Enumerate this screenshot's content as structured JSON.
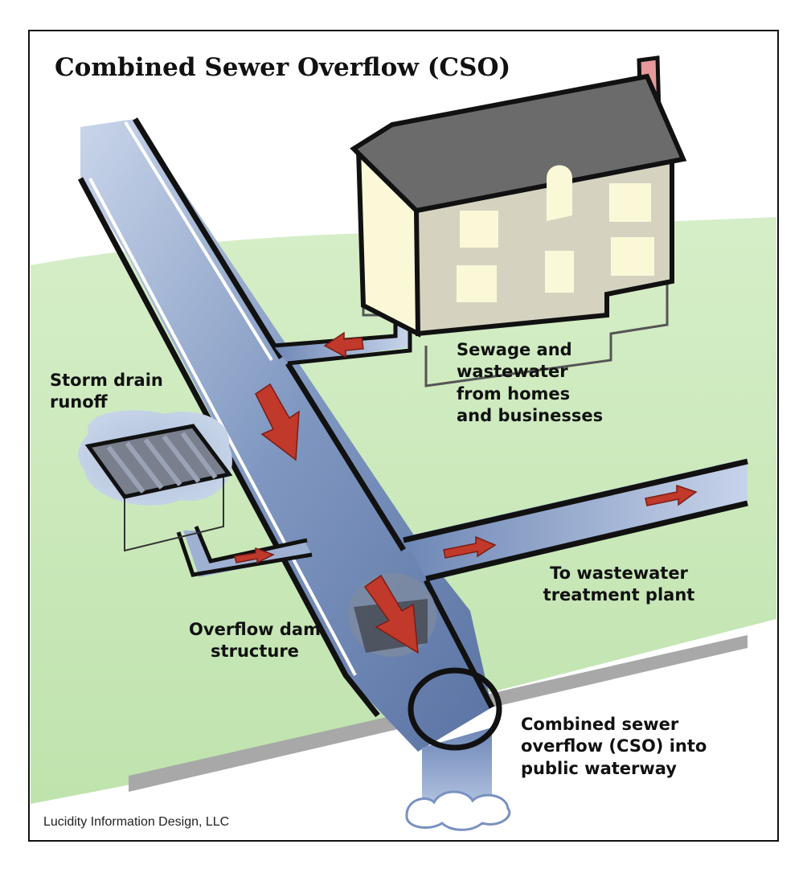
{
  "title": "Combined Sewer Overflow (CSO)",
  "labels": {
    "storm_drain": [
      "Storm drain",
      "runoff"
    ],
    "sewage": [
      "Sewage and",
      "wastewater",
      "from homes",
      "and businesses"
    ],
    "treatment": [
      "To wastewater",
      "treatment plant"
    ],
    "overflow_dam": [
      "Overflow dam",
      "structure"
    ],
    "cso": [
      "Combined sewer",
      "overflow (CSO) into",
      "public waterway"
    ]
  },
  "credit": "Lucidity Information Design, LLC",
  "colors": {
    "ground": "#c5e6b4",
    "pipe_water": "#7f97bf",
    "flow_arrow": "#c0392b",
    "house_wall": "#fbf8d8",
    "roof": "#6b6b6b",
    "outline": "#111111"
  },
  "icons": [
    "house-icon",
    "storm-drain-grate-icon",
    "flow-arrow-icon",
    "overflow-dam-icon",
    "waterway-splash-icon"
  ]
}
